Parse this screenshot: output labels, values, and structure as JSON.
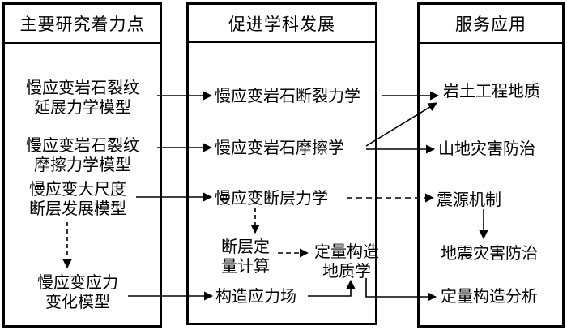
{
  "columns": {
    "left": {
      "header": "主要研究着力点"
    },
    "middle": {
      "header": "促进学科发展"
    },
    "right": {
      "header": "服务应用"
    }
  },
  "left_items": [
    {
      "line1": "慢应变岩石裂纹",
      "line2": "延展力学模型"
    },
    {
      "line1": "慢应变岩石裂纹",
      "line2": "摩擦力学模型"
    },
    {
      "line1": "慢应变大尺度",
      "line2": "断层发展模型"
    },
    {
      "line1": "慢应变应力",
      "line2": "变化模型"
    }
  ],
  "middle_items": {
    "fracture": "慢应变岩石断裂力学",
    "friction": "慢应变岩石摩擦学",
    "fault": "慢应变断层力学",
    "quant_calc": {
      "line1": "断层定",
      "line2": "量计算"
    },
    "quant_geo": {
      "line1": "定量构造",
      "line2": "地质学"
    },
    "stress_field": "构造应力场"
  },
  "right_items": {
    "geotech": "岩土工程地质",
    "mountain": "山地灾害防治",
    "source": "震源机制",
    "earthquake": "地震灾害防治",
    "structure": "定量构造分析"
  }
}
